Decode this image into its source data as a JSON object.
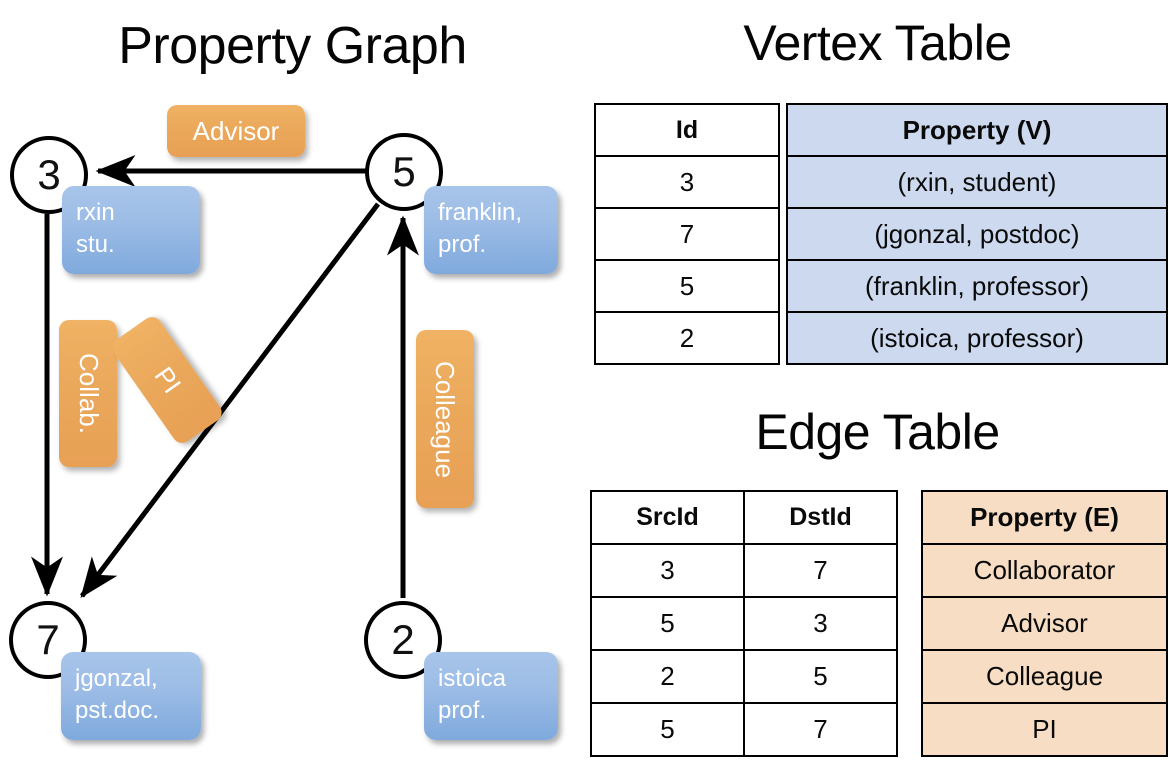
{
  "titles": {
    "property_graph": "Property Graph",
    "vertex_table": "Vertex Table",
    "edge_table": "Edge Table"
  },
  "colors": {
    "vertex_property_fill": "#ccd9ef",
    "edge_property_fill": "#f6ddc3",
    "node_box_blue": "#9dbde6",
    "edge_badge_orange": "#eaa85b",
    "stroke": "#000000",
    "background": "#ffffff"
  },
  "graph": {
    "nodes": [
      {
        "id": "3",
        "label": "3",
        "property_text": "rxin\nstu."
      },
      {
        "id": "5",
        "label": "5",
        "property_text": "franklin,\nprof."
      },
      {
        "id": "7",
        "label": "7",
        "property_text": "jgonzal,\npst.doc."
      },
      {
        "id": "2",
        "label": "2",
        "property_text": "istoica\nprof."
      }
    ],
    "edge_labels": [
      {
        "id": "advisor",
        "text": "Advisor",
        "orientation": "horizontal"
      },
      {
        "id": "collab",
        "text": "Collab.",
        "orientation": "vertical"
      },
      {
        "id": "pi",
        "text": "PI",
        "orientation": "diagonal"
      },
      {
        "id": "colleague",
        "text": "Colleague",
        "orientation": "vertical"
      }
    ],
    "edges": [
      {
        "from": "5",
        "to": "3",
        "label": "Advisor"
      },
      {
        "from": "3",
        "to": "7",
        "label": "Collab."
      },
      {
        "from": "5",
        "to": "7",
        "label": "PI"
      },
      {
        "from": "2",
        "to": "5",
        "label": "Colleague"
      }
    ]
  },
  "vertex_table": {
    "headers": {
      "id": "Id",
      "property": "Property (V)"
    },
    "rows": [
      {
        "id": "3",
        "property": "(rxin, student)"
      },
      {
        "id": "7",
        "property": "(jgonzal, postdoc)"
      },
      {
        "id": "5",
        "property": "(franklin, professor)"
      },
      {
        "id": "2",
        "property": "(istoica, professor)"
      }
    ]
  },
  "edge_table": {
    "headers": {
      "src": "SrcId",
      "dst": "DstId",
      "property": "Property (E)"
    },
    "rows": [
      {
        "src": "3",
        "dst": "7",
        "property": "Collaborator"
      },
      {
        "src": "5",
        "dst": "3",
        "property": "Advisor"
      },
      {
        "src": "2",
        "dst": "5",
        "property": "Colleague"
      },
      {
        "src": "5",
        "dst": "7",
        "property": "PI"
      }
    ]
  }
}
